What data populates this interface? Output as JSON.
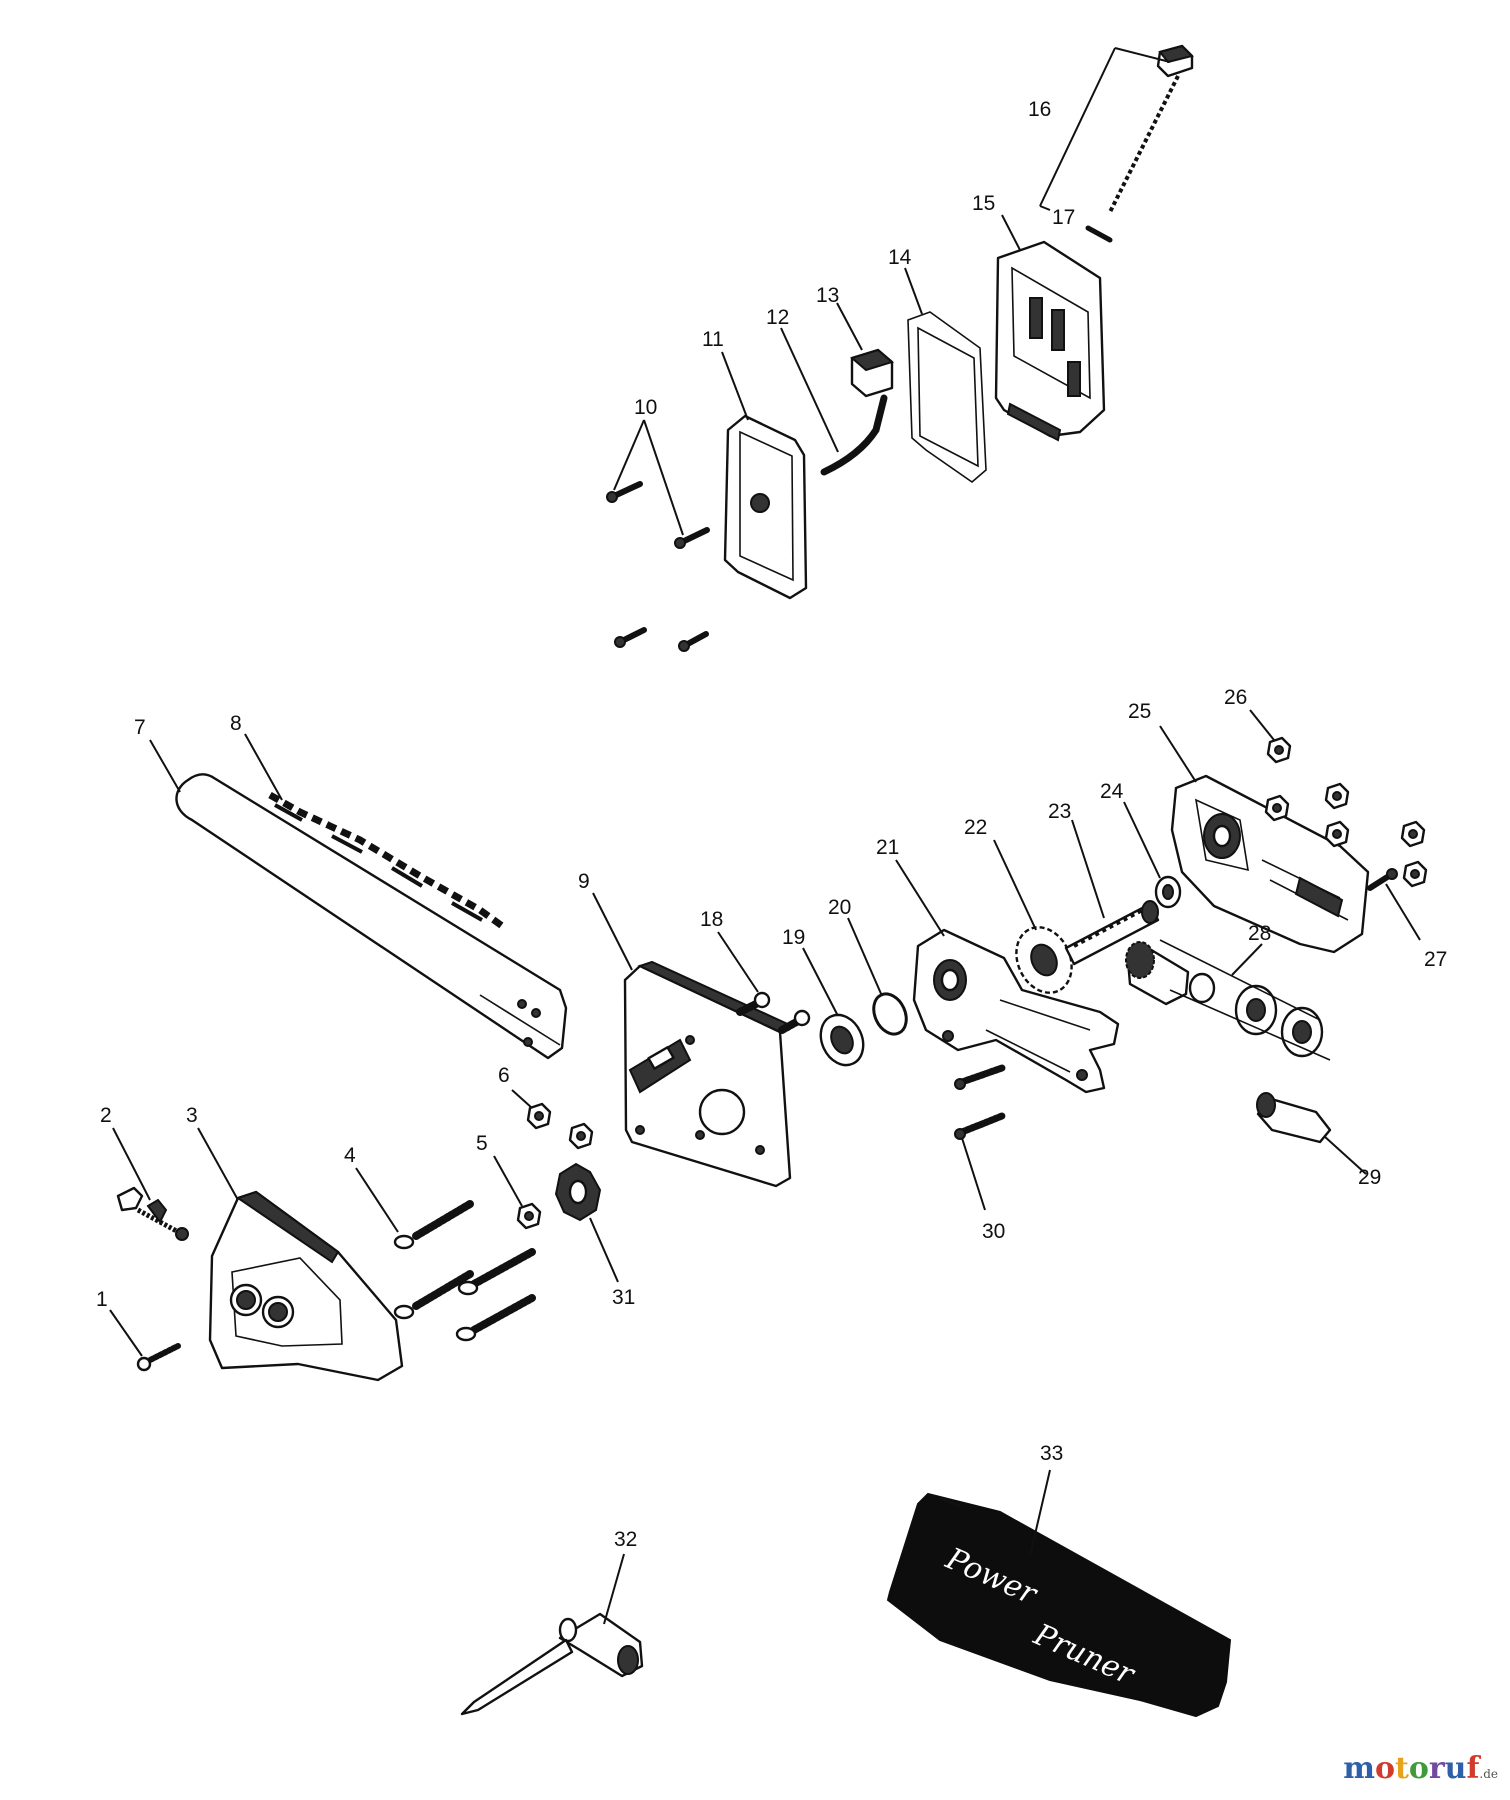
{
  "callouts": [
    "1",
    "2",
    "3",
    "4",
    "5",
    "6",
    "7",
    "8",
    "9",
    "10",
    "11",
    "12",
    "13",
    "14",
    "15",
    "16",
    "17",
    "18",
    "19",
    "20",
    "21",
    "22",
    "23",
    "24",
    "25",
    "26",
    "27",
    "28",
    "29",
    "30",
    "31",
    "32",
    "33"
  ],
  "cover_text": {
    "line1": "Power",
    "line2": "Pruner"
  },
  "watermark": {
    "main": "motoruf",
    "suffix": ".de"
  },
  "colors": {
    "line": "#111111",
    "background": "#ffffff",
    "watermark_m": "#2f5fa8",
    "watermark_o1": "#d23b2b",
    "watermark_t": "#e8a21c",
    "watermark_o2": "#3f9a3b",
    "watermark_r": "#6f4aa0",
    "watermark_u": "#2f5fa8",
    "watermark_f": "#d23b2b"
  }
}
